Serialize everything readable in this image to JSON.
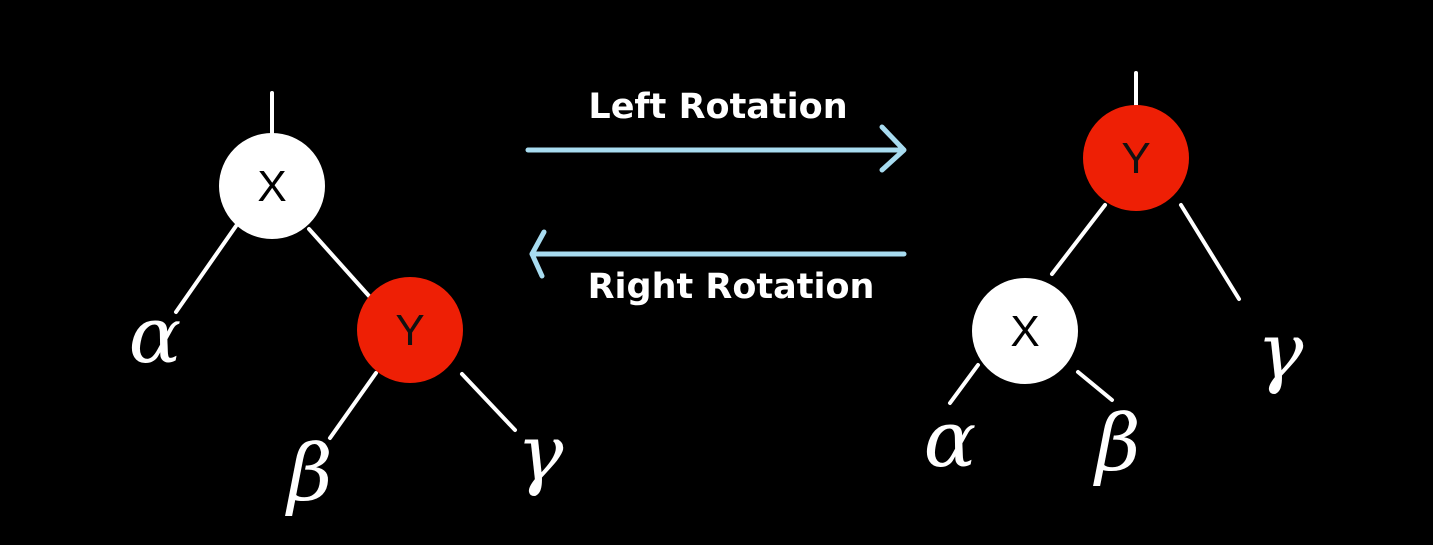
{
  "colors": {
    "background": "#000000",
    "white_node": "#ffffff",
    "red_node": "#ee1f05",
    "edge": "#ffffff",
    "arrow": "#a8dcf0",
    "label_on_white": "#000000",
    "label_on_red": "#111111"
  },
  "arrows": {
    "left_rotation": "Left Rotation",
    "right_rotation": "Right Rotation"
  },
  "left_tree": {
    "root": {
      "label": "X",
      "color": "white"
    },
    "right_child": {
      "label": "Y",
      "color": "red"
    },
    "subtrees": {
      "alpha": "α",
      "beta": "β",
      "gamma": "γ"
    }
  },
  "right_tree": {
    "root": {
      "label": "Y",
      "color": "red"
    },
    "left_child": {
      "label": "X",
      "color": "white"
    },
    "subtrees": {
      "alpha": "α",
      "beta": "β",
      "gamma": "γ"
    }
  }
}
